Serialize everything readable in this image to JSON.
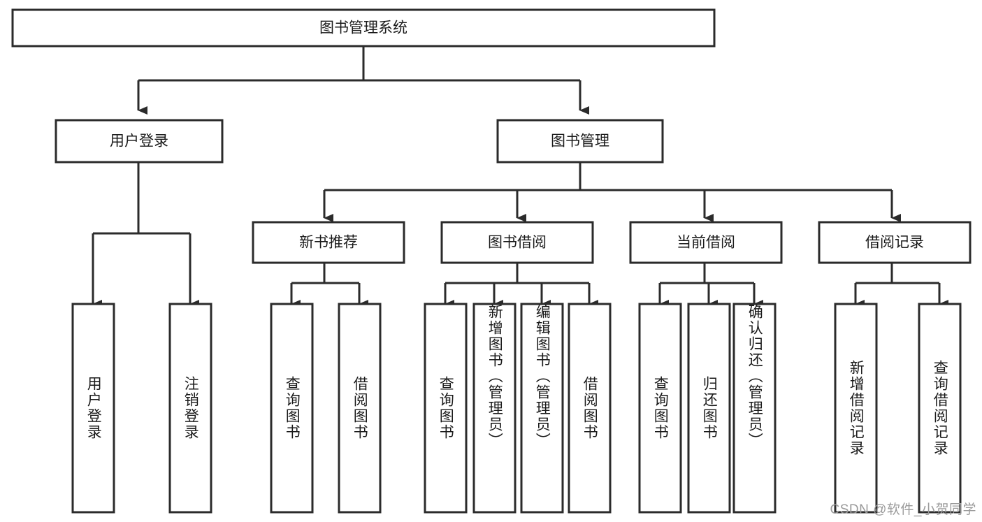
{
  "diagram": {
    "type": "tree-hierarchy",
    "title": "图书管理系统",
    "orientation": "top-down",
    "watermark": "CSDN @软件_小贺同学",
    "style": {
      "box_fill": "#ffffff",
      "box_stroke": "#2b2b2b",
      "connector_color": "#2b2b2b",
      "text_color": "#1a1a1a",
      "background": "#ffffff",
      "watermark_color": "#9a9a9a"
    },
    "root": {
      "id": "root",
      "label": "图书管理系统",
      "level": 0
    },
    "level2": [
      {
        "id": "user-login",
        "label": "用户登录",
        "level": 1
      },
      {
        "id": "book-manage",
        "label": "图书管理",
        "level": 1
      }
    ],
    "level3": [
      {
        "id": "new-book-recommend",
        "label": "新书推荐",
        "level": 2,
        "parent": "book-manage"
      },
      {
        "id": "book-borrow",
        "label": "图书借阅",
        "level": 2,
        "parent": "book-manage"
      },
      {
        "id": "current-borrow",
        "label": "当前借阅",
        "level": 2,
        "parent": "book-manage"
      },
      {
        "id": "borrow-record",
        "label": "借阅记录",
        "level": 2,
        "parent": "book-manage"
      }
    ],
    "leaves": [
      {
        "id": "leaf-user-login",
        "label": "用户登录",
        "parent": "user-login"
      },
      {
        "id": "leaf-logout-login",
        "label": "注销登录",
        "parent": "user-login"
      },
      {
        "id": "leaf-query-book-1",
        "label": "查询图书",
        "parent": "new-book-recommend"
      },
      {
        "id": "leaf-borrow-book-1",
        "label": "借阅图书",
        "parent": "new-book-recommend"
      },
      {
        "id": "leaf-query-book-2",
        "label": "查询图书",
        "parent": "book-borrow"
      },
      {
        "id": "leaf-add-book",
        "label": "新增图书（管理员）",
        "parent": "book-borrow"
      },
      {
        "id": "leaf-edit-book",
        "label": "编辑图书（管理员）",
        "parent": "book-borrow"
      },
      {
        "id": "leaf-borrow-book-2",
        "label": "借阅图书",
        "parent": "book-borrow"
      },
      {
        "id": "leaf-query-book-3",
        "label": "查询图书",
        "parent": "current-borrow"
      },
      {
        "id": "leaf-return-book",
        "label": "归还图书",
        "parent": "current-borrow"
      },
      {
        "id": "leaf-confirm-return",
        "label": "确认归还（管理员）",
        "parent": "current-borrow"
      },
      {
        "id": "leaf-add-record",
        "label": "新增借阅记录",
        "parent": "borrow-record"
      },
      {
        "id": "leaf-query-record",
        "label": "查询借阅记录",
        "parent": "borrow-record"
      }
    ]
  }
}
